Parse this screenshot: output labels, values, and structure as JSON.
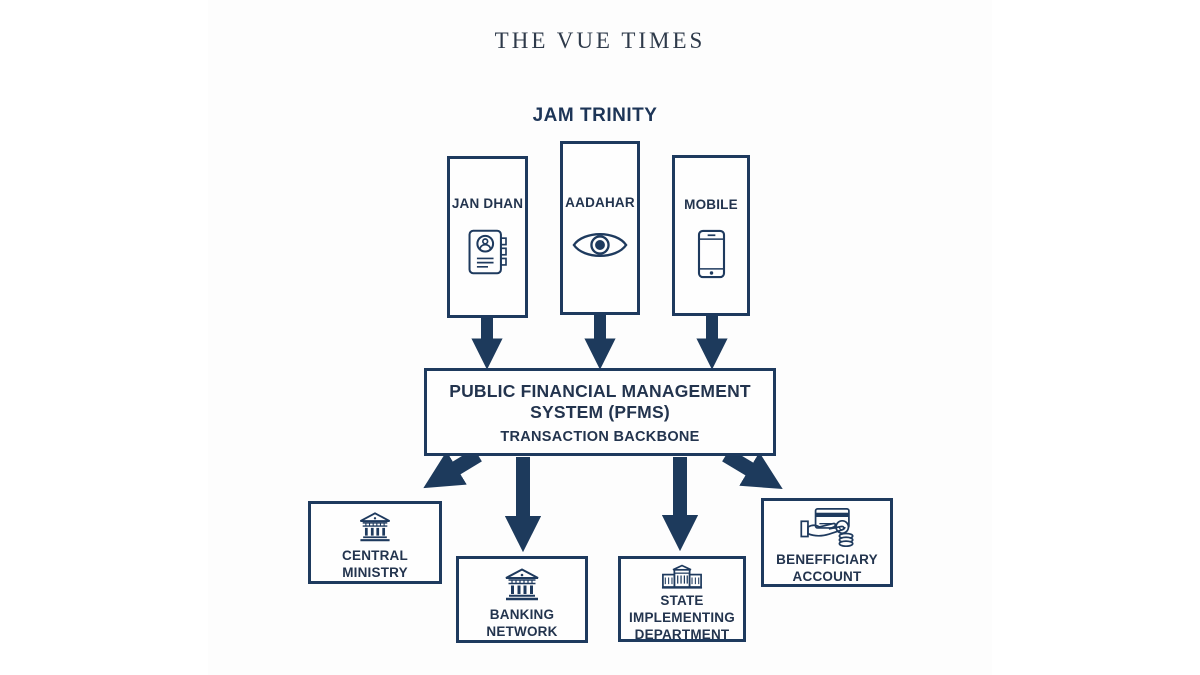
{
  "header": {
    "title": "THE VUE TIMES",
    "heading": "JAM TRINITY"
  },
  "top_boxes": [
    {
      "label": "JAN DHAN",
      "icon": "id-book-icon"
    },
    {
      "label": "AADAHAR",
      "icon": "eye-icon"
    },
    {
      "label": "MOBILE",
      "icon": "smartphone-icon"
    }
  ],
  "pfms": {
    "line1": "PUBLIC FINANCIAL MANAGEMENT",
    "line2": "SYSTEM (PFMS)",
    "line3": "TRANSACTION BACKBONE"
  },
  "bottom_boxes": [
    {
      "line1": "CENTRAL",
      "line2": "MINISTRY",
      "icon": "bank-icon"
    },
    {
      "line1": "BANKING",
      "line2": "NETWORK",
      "icon": "bank-icon"
    },
    {
      "line1": "STATE",
      "line2": "IMPLEMENTING",
      "line3": "DEPARTMENT",
      "icon": "government-building-icon"
    },
    {
      "line1": "BENEFFICIARY",
      "line2": "ACCOUNT",
      "icon": "hand-card-coins-icon"
    }
  ],
  "connections": [
    {
      "from": "JAN DHAN",
      "to": "PFMS"
    },
    {
      "from": "AADAHAR",
      "to": "PFMS"
    },
    {
      "from": "MOBILE",
      "to": "PFMS"
    },
    {
      "from": "PFMS",
      "to": "CENTRAL MINISTRY"
    },
    {
      "from": "PFMS",
      "to": "BANKING NETWORK"
    },
    {
      "from": "PFMS",
      "to": "STATE IMPLEMENTING DEPARTMENT"
    },
    {
      "from": "PFMS",
      "to": "BENEFFICIARY ACCOUNT"
    }
  ],
  "colors": {
    "navy_border": "#1e3a5e",
    "arrow_navy": "#1d3a5c",
    "title_text": "#2e3a4a",
    "label_text": "#23344e",
    "background": "#ffffff"
  }
}
